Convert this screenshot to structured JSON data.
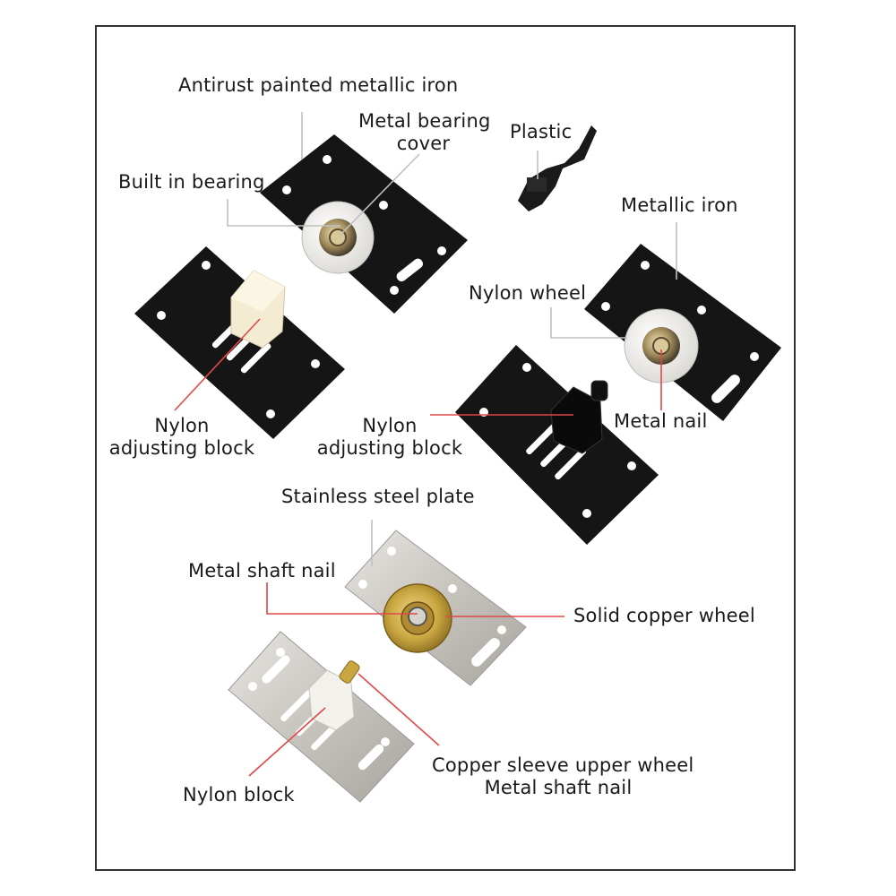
{
  "labels": {
    "antirust": "Antirust painted metallic iron",
    "metal_bearing_cover_1": "Metal bearing",
    "metal_bearing_cover_2": "cover",
    "plastic": "Plastic",
    "built_in_bearing": "Built in bearing",
    "metallic_iron": "Metallic iron",
    "nylon_wheel": "Nylon wheel",
    "nylon_adj_left_1": "Nylon",
    "nylon_adj_left_2": "adjusting block",
    "nylon_adj_mid_1": "Nylon",
    "nylon_adj_mid_2": "adjusting block",
    "metal_nail": "Metal nail",
    "stainless_plate": "Stainless steel plate",
    "metal_shaft_nail": "Metal shaft nail",
    "solid_copper_wheel": "Solid copper wheel",
    "copper_sleeve_1": "Copper sleeve upper wheel",
    "copper_sleeve_2": "Metal shaft nail",
    "nylon_block": "Nylon block"
  },
  "colors": {
    "leader_line": "#e04848",
    "black_plate": "#151515",
    "steel_plate": "#cfcbc5",
    "nylon": "#f4f1e6",
    "copper": "#c9a640"
  }
}
